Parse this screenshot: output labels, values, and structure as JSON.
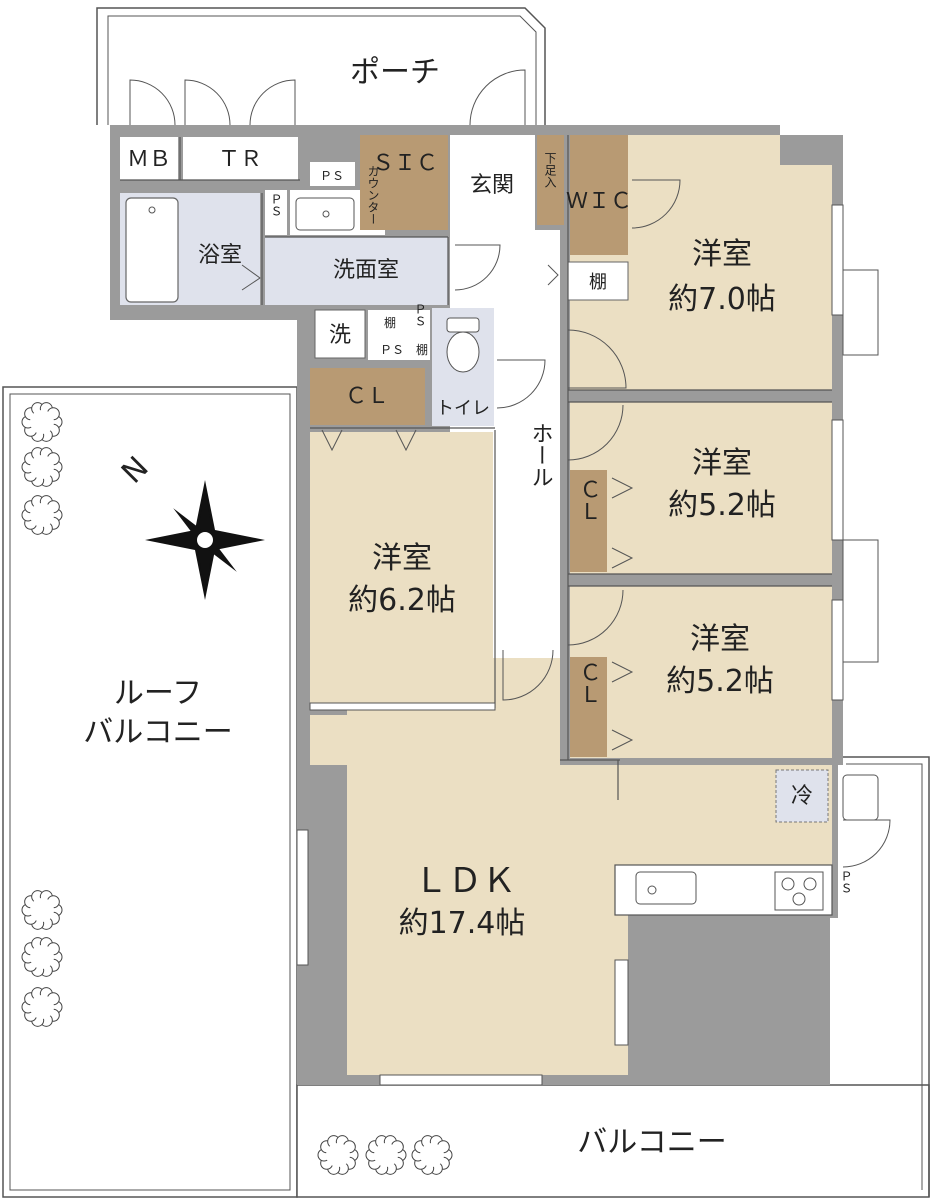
{
  "colors": {
    "wall": "#9b9b9b",
    "room_floor": "#ebdfc3",
    "storage": "#b89a73",
    "wet_area": "#dfe2ec",
    "outline": "#555555",
    "plant": "#444444"
  },
  "labels": {
    "porch": "ポーチ",
    "mb": "ＭＢ",
    "tr": "ＴＲ",
    "ps_top": "ＰＳ",
    "sic": "ＳＩＣ",
    "entrance": "玄関",
    "shoe_box": "下足入",
    "wic": "ＷＩＣ",
    "bath": "浴室",
    "ps_small": "ＰＳ",
    "counter": "カウンター",
    "washroom": "洗面室",
    "laundry": "洗",
    "shelf_1": "棚",
    "ps_mid": "ＰＳ",
    "ps_mid_2": "ＰＳ",
    "shelf_2": "棚",
    "shelf_3": "棚",
    "toilet": "トイレ",
    "cl_west": "ＣＬ",
    "hall": "ホール",
    "room_a_name": "洋室",
    "room_a_size": "約7.0帖",
    "room_b_name": "洋室",
    "room_b_size": "約5.2帖",
    "cl_b": "ＣＬ",
    "room_c_name": "洋室",
    "room_c_size": "約5.2帖",
    "cl_c": "ＣＬ",
    "room_d_name": "洋室",
    "room_d_size": "約6.2帖",
    "fridge": "冷",
    "ldk_name": "ＬＤＫ",
    "ldk_size": "約17.4帖",
    "ps_kitchen": "ＰＳ",
    "roof_balcony_line1": "ルーフ",
    "roof_balcony_line2": "バルコニー",
    "balcony": "バルコニー",
    "north": "N"
  }
}
